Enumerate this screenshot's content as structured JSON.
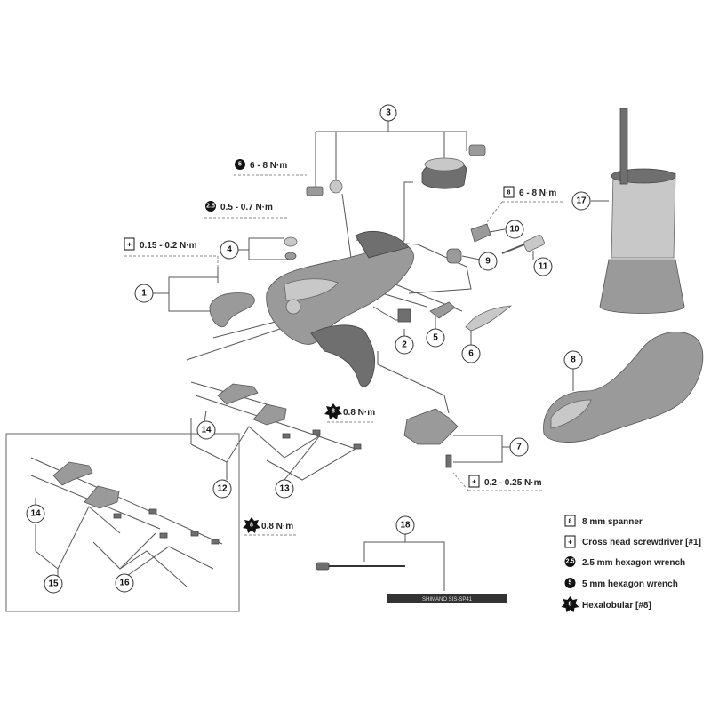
{
  "callouts": {
    "c1": "1",
    "c2": "2",
    "c3": "3",
    "c4": "4",
    "c5": "5",
    "c6": "6",
    "c7": "7",
    "c8": "8",
    "c9": "9",
    "c10": "10",
    "c11": "11",
    "c12": "12",
    "c13": "13",
    "c14a": "14",
    "c14b": "14",
    "c15": "15",
    "c16": "16",
    "c17": "17",
    "c18": "18"
  },
  "torques": {
    "t_5mm": "6 - 8 N·m",
    "t_25mm": "0.5 - 0.7 N·m",
    "t_cross_top": "0.15 - 0.2 N·m",
    "t_spanner": "6 - 8 N·m",
    "t_hexa1": "0.8 N·m",
    "t_hexa2": "0.8 N·m",
    "t_cross_bottom": "0.2 - 0.25 N·m"
  },
  "tool_icons": {
    "spanner": "8",
    "screwdriver": "+",
    "hex25": "2.5",
    "hex5": "5",
    "hexalobular": "8"
  },
  "legend": {
    "items": [
      {
        "icon": "spanner-icon",
        "label": "8 mm spanner"
      },
      {
        "icon": "screwdriver-icon",
        "label": "Cross head screwdriver [#1]"
      },
      {
        "icon": "hex-wrench-2-5-icon",
        "label": "2.5 mm hexagon wrench"
      },
      {
        "icon": "hex-wrench-5-icon",
        "label": "5 mm hexagon wrench"
      },
      {
        "icon": "hexalobular-icon",
        "label": "Hexalobular [#8]"
      }
    ]
  },
  "cable_print": "SHIMANO SIS-SP41"
}
